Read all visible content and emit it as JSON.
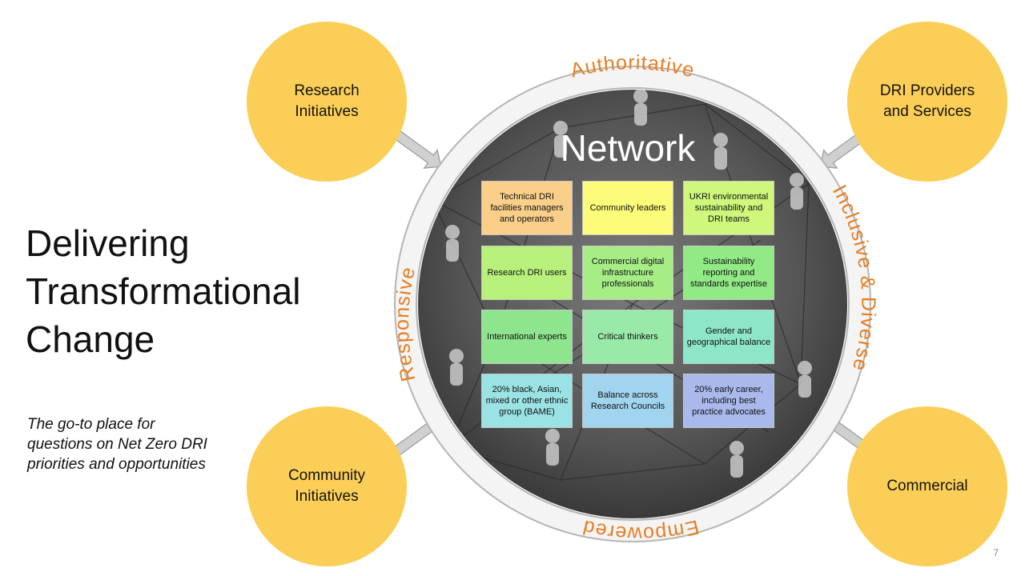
{
  "title_lines": [
    "Delivering",
    "Transformational",
    "Change"
  ],
  "subtitle": "The go-to place for questions on Net Zero DRI priorities and opportunities",
  "nodes": {
    "research": "Research\nInitiatives",
    "providers": "DRI Providers\nand Services",
    "community": "Community\nInitiatives",
    "commercial": "Commercial"
  },
  "ring_labels": {
    "top": "Authoritative",
    "right": "Inclusive & Diverse",
    "bottom": "Empowered",
    "left": "Responsive"
  },
  "network": {
    "title": "Network",
    "cells": [
      "Technical DRI facilities managers and operators",
      "Community leaders",
      "UKRI environmental sustainability and DRI teams",
      "Research DRI users",
      "Commercial digital infrastructure professionals",
      "Sustainability reporting and standards expertise",
      "International experts",
      "Critical thinkers",
      "Gender and geographical balance",
      "20% black, Asian, mixed or other ethnic group (BAME)",
      "Balance across Research Councils",
      "20% early career, including best practice advocates"
    ],
    "cell_colors": [
      "#f9cf8a",
      "#fdfb7a",
      "#cef77c",
      "#b8f07c",
      "#a6ed86",
      "#92ea86",
      "#8ee58e",
      "#99eaa9",
      "#8ee6c8",
      "#9ae2e3",
      "#a1d4ee",
      "#a9b9ec"
    ]
  },
  "colors": {
    "node_fill": "#fbcf57",
    "ring_label": "#e67e22",
    "ring_fill": "#f4f4f4",
    "ring_stroke": "#b5b5b5",
    "arrow": "#d0d0d0"
  },
  "page_number": "7"
}
